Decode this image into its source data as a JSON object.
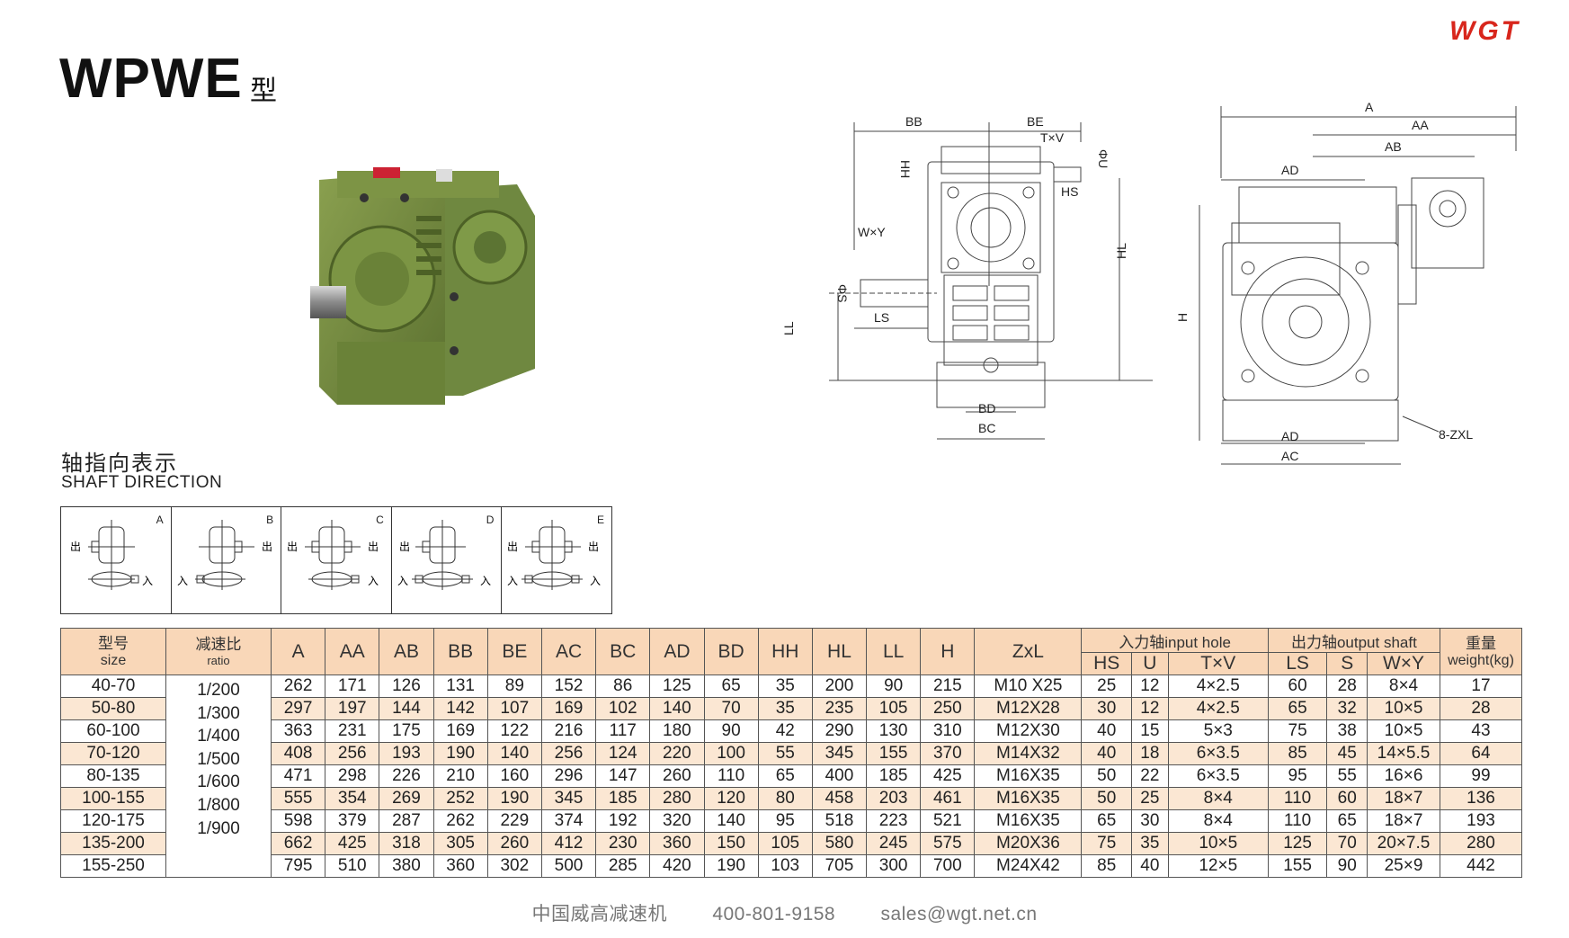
{
  "brand": {
    "logo_text": "WGT",
    "color": "#d8261c"
  },
  "title": {
    "model": "WPWE",
    "suffix": "型"
  },
  "shaft_direction": {
    "title_cn": "轴指向表示",
    "title_en": "SHAFT DIRECTION",
    "out_label": "出",
    "in_label": "入",
    "cells": [
      "A",
      "B",
      "C",
      "D",
      "E"
    ]
  },
  "diagram_front": {
    "labels": {
      "BB": "BB",
      "BE": "BE",
      "TxV": "T×V",
      "HH": "HH",
      "U": "ΦU",
      "HS": "HS",
      "WxY": "W×Y",
      "S": "ΦS",
      "LS": "LS",
      "HL": "HL",
      "LL": "LL",
      "BD": "BD",
      "BC": "BC"
    }
  },
  "diagram_side": {
    "labels": {
      "A": "A",
      "AA": "AA",
      "AB": "AB",
      "AD_top": "AD",
      "H": "H",
      "ZXL": "8-ZXL",
      "AD": "AD",
      "AC": "AC"
    }
  },
  "table": {
    "headers": {
      "size_cn": "型号",
      "size_en": "size",
      "ratio_cn": "减速比",
      "ratio_en": "ratio",
      "cols": [
        "A",
        "AA",
        "AB",
        "BB",
        "BE",
        "AC",
        "BC",
        "AD",
        "BD",
        "HH",
        "HL",
        "LL",
        "H",
        "ZxL"
      ],
      "input_group": "入力轴input hole",
      "input_cols": [
        "HS",
        "U",
        "T×V"
      ],
      "output_group": "出力轴output shaft",
      "output_cols": [
        "LS",
        "S",
        "W×Y"
      ],
      "weight_cn": "重量",
      "weight_en": "weight(kg)"
    },
    "ratios": [
      "1/200",
      "1/300",
      "1/400",
      "1/500",
      "1/600",
      "1/800",
      "1/900"
    ],
    "rows": [
      [
        "40-70",
        "262",
        "171",
        "126",
        "131",
        "89",
        "152",
        "86",
        "125",
        "65",
        "35",
        "200",
        "90",
        "215",
        "M10 X25",
        "25",
        "12",
        "4×2.5",
        "60",
        "28",
        "8×4",
        "17"
      ],
      [
        "50-80",
        "297",
        "197",
        "144",
        "142",
        "107",
        "169",
        "102",
        "140",
        "70",
        "35",
        "235",
        "105",
        "250",
        "M12X28",
        "30",
        "12",
        "4×2.5",
        "65",
        "32",
        "10×5",
        "28"
      ],
      [
        "60-100",
        "363",
        "231",
        "175",
        "169",
        "122",
        "216",
        "117",
        "180",
        "90",
        "42",
        "290",
        "130",
        "310",
        "M12X30",
        "40",
        "15",
        "5×3",
        "75",
        "38",
        "10×5",
        "43"
      ],
      [
        "70-120",
        "408",
        "256",
        "193",
        "190",
        "140",
        "256",
        "124",
        "220",
        "100",
        "55",
        "345",
        "155",
        "370",
        "M14X32",
        "40",
        "18",
        "6×3.5",
        "85",
        "45",
        "14×5.5",
        "64"
      ],
      [
        "80-135",
        "471",
        "298",
        "226",
        "210",
        "160",
        "296",
        "147",
        "260",
        "110",
        "65",
        "400",
        "185",
        "425",
        "M16X35",
        "50",
        "22",
        "6×3.5",
        "95",
        "55",
        "16×6",
        "99"
      ],
      [
        "100-155",
        "555",
        "354",
        "269",
        "252",
        "190",
        "345",
        "185",
        "280",
        "120",
        "80",
        "458",
        "203",
        "461",
        "M16X35",
        "50",
        "25",
        "8×4",
        "110",
        "60",
        "18×7",
        "136"
      ],
      [
        "120-175",
        "598",
        "379",
        "287",
        "262",
        "229",
        "374",
        "192",
        "320",
        "140",
        "95",
        "518",
        "223",
        "521",
        "M16X35",
        "65",
        "30",
        "8×4",
        "110",
        "65",
        "18×7",
        "193"
      ],
      [
        "135-200",
        "662",
        "425",
        "318",
        "305",
        "260",
        "412",
        "230",
        "360",
        "150",
        "105",
        "580",
        "245",
        "575",
        "M20X36",
        "75",
        "35",
        "10×5",
        "125",
        "70",
        "20×7.5",
        "280"
      ],
      [
        "155-250",
        "795",
        "510",
        "380",
        "360",
        "302",
        "500",
        "285",
        "420",
        "190",
        "103",
        "705",
        "300",
        "700",
        "M24X42",
        "85",
        "40",
        "12×5",
        "155",
        "90",
        "25×9",
        "442"
      ]
    ]
  },
  "footer": {
    "company": "中国威高减速机",
    "phone": "400-801-9158",
    "email": "sales@wgt.net.cn"
  }
}
